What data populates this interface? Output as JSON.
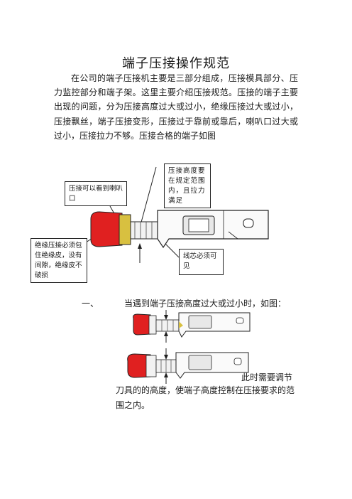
{
  "doc": {
    "title": "端子压接操作规范",
    "intro": "在公司的端子压接机主要是三部分组成，压接模具部分、压力监控部分和端子架。这里主要介绍压接规范。压接的端子主要出现的问题，分为压接高度过大或过小，绝缘压接过大或过小，压接飘丝，端子压接变形，压接过于靠前或靠后，喇叭口过大或过小，压接拉力不够。压接合格的端子如图"
  },
  "callouts": {
    "bellmouth": "压接可以看到喇叭口",
    "crimp_height": "压接高度要在规定范围内，且拉力满足",
    "insulation": "绝缘压接必须包住绝缘皮，没有间隙，绝缘皮不破损",
    "core_visible": "线芯必须可见"
  },
  "section1": {
    "number": "一、",
    "text": "当遇到端子压接高度过大或过小时，如图：",
    "tail_line1": "此时需要调节",
    "tail_rest": "刀具的的高度，使端子高度控制在压接要求的范围之内。"
  },
  "colors": {
    "insulation_red": "#e02020",
    "copper_yellow": "#d8c040",
    "terminal_gray": "#d0d0d0",
    "outline": "#222222"
  }
}
